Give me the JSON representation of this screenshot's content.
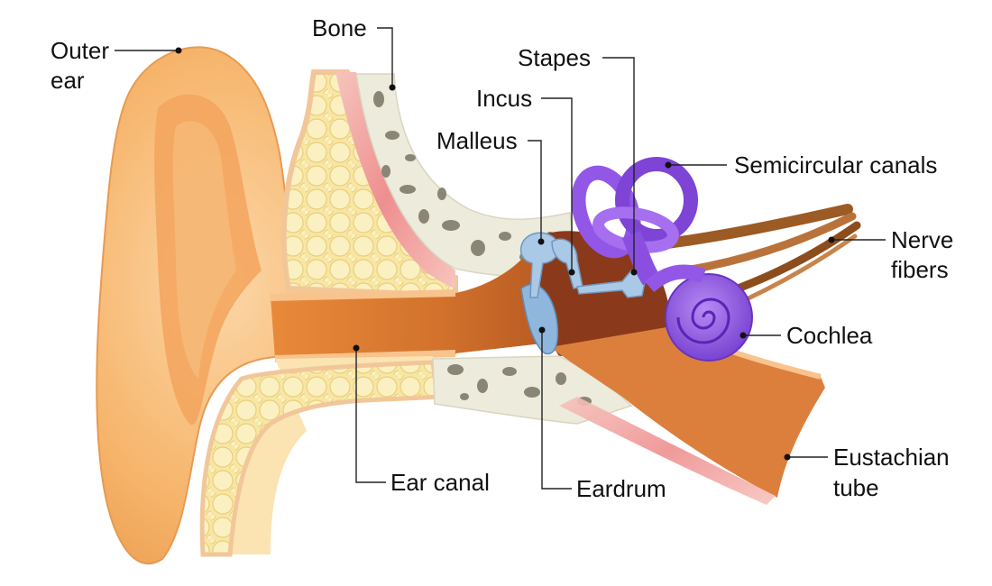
{
  "labels": {
    "outer_ear": [
      "Outer",
      "ear"
    ],
    "bone": "Bone",
    "stapes": "Stapes",
    "incus": "Incus",
    "malleus": "Malleus",
    "semicircular_canals": "Semicircular canals",
    "nerve_fibers": [
      "Nerve",
      "fibers"
    ],
    "cochlea": "Cochlea",
    "eustachian_tube": [
      "Eustachian",
      "tube"
    ],
    "ear_canal": "Ear canal",
    "eardrum": "Eardrum"
  },
  "colors": {
    "skin": "#f6b46a",
    "skin_light": "#fbd3a0",
    "skin_dark": "#e08a3c",
    "fat": "#f9e8a8",
    "bone": "#ecebdc",
    "bone_pores": "#8a8676",
    "muscle": "#f2a2a0",
    "cavity": "#8a3a1a",
    "ossicles": "#a9c9e6",
    "eardrum": "#8fb6dc",
    "inner_ear": "#9257e6",
    "inner_ear_dark": "#6a33c2",
    "nerve": "#a2602a"
  }
}
